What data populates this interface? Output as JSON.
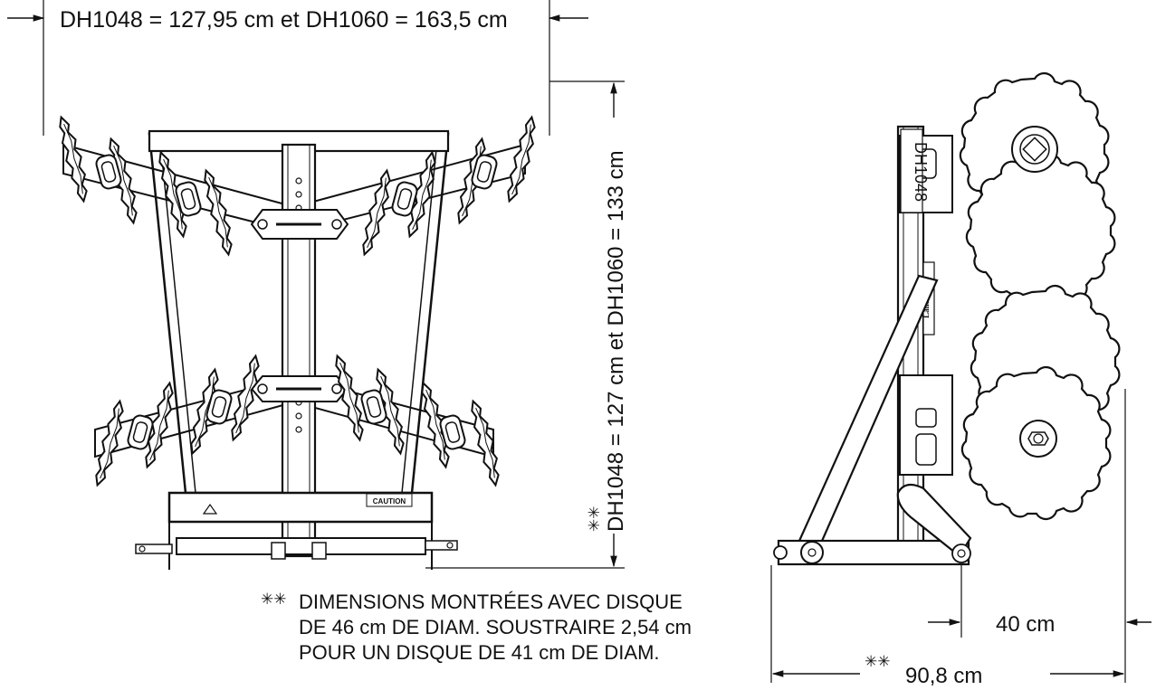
{
  "dimensions": {
    "top_width": "DH1048 = 127,95 cm et DH1060 = 163,5 cm",
    "height": "DH1048 = 127 cm et DH1060 = 133 cm",
    "height_marker": "✳✳",
    "side_disk_offset": "40 cm",
    "side_total_depth": "90,8 cm",
    "side_total_marker": "✳✳"
  },
  "note": {
    "marker": "✳✳",
    "lines": [
      "DIMENSIONS MONTRÉES AVEC DISQUE",
      "DE 46 cm DE DIAM. SOUSTRAIRE 2,54 cm",
      "POUR UN DISQUE DE 41 cm DE DIAM."
    ]
  },
  "labels": {
    "caution_decal": "CAUTION",
    "model_decal": "DH1048",
    "brand_decal": "Land Pride"
  }
}
